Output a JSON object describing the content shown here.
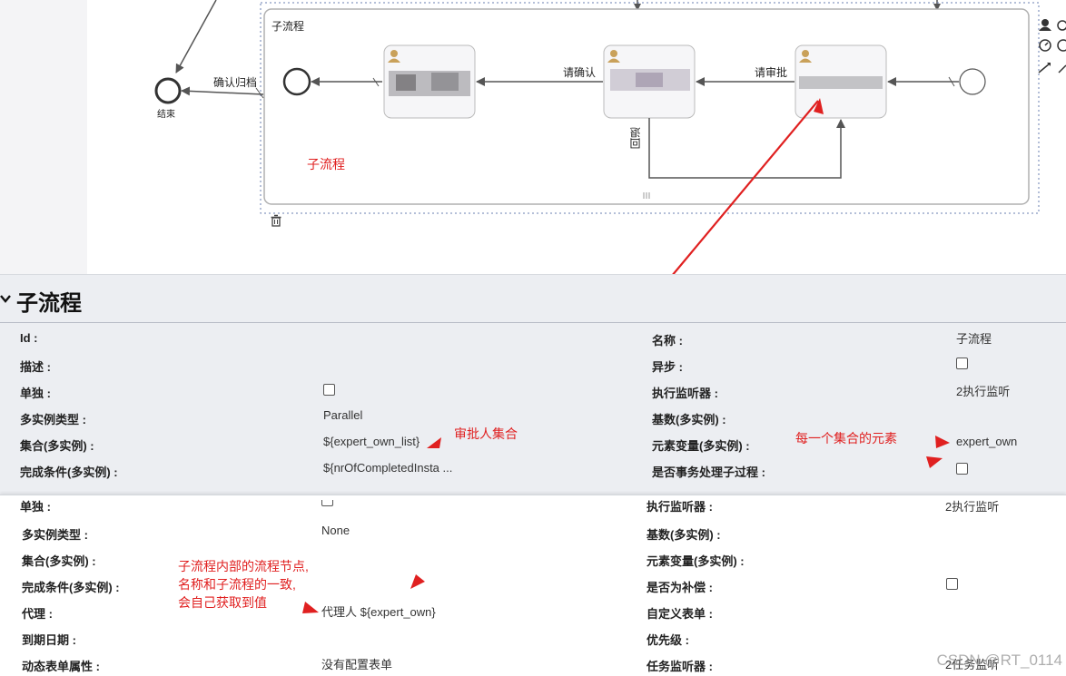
{
  "diagram": {
    "subprocess_title": "子流程",
    "subprocess_annotation": "子流程",
    "end_label": "结束",
    "flow_confirm_archive": "确认归档",
    "flow_please_confirm": "请确认",
    "flow_please_approve": "请审批",
    "flow_return": "回退"
  },
  "panel": {
    "title": "子流程",
    "rows_left": [
      {
        "label": "Id :",
        "value": ""
      },
      {
        "label": "描述 :",
        "value": ""
      },
      {
        "label": "单独 :",
        "value": ""
      },
      {
        "label": "多实例类型 :",
        "value": "Parallel"
      },
      {
        "label": "集合(多实例) :",
        "value": "${expert_own_list}"
      },
      {
        "label": "完成条件(多实例) :",
        "value": "${nrOfCompletedInsta ..."
      }
    ],
    "rows_right": [
      {
        "label": "名称 :",
        "value": "子流程"
      },
      {
        "label": "异步 :",
        "value": ""
      },
      {
        "label": "执行监听器 :",
        "value": "2执行监听"
      },
      {
        "label": "基数(多实例) :",
        "value": ""
      },
      {
        "label": "元素变量(多实例) :",
        "value": "expert_own"
      },
      {
        "label": "是否事务处理子过程 :",
        "value": ""
      }
    ]
  },
  "panel2": {
    "partial_top_left": "单独 :",
    "partial_top_right": "执行监听器 :",
    "partial_top_right_value": "2执行监听",
    "rows_left": [
      {
        "label": "多实例类型 :",
        "value": "None"
      },
      {
        "label": "集合(多实例) :",
        "value": ""
      },
      {
        "label": "完成条件(多实例) :",
        "value": ""
      },
      {
        "label": "代理 :",
        "value": "代理人 ${expert_own}"
      },
      {
        "label": "到期日期 :",
        "value": ""
      },
      {
        "label": "动态表单属性 :",
        "value": "没有配置表单"
      }
    ],
    "rows_right": [
      {
        "label": "基数(多实例) :",
        "value": ""
      },
      {
        "label": "元素变量(多实例) :",
        "value": ""
      },
      {
        "label": "是否为补偿 :",
        "value": ""
      },
      {
        "label": "自定义表单 :",
        "value": ""
      },
      {
        "label": "优先级 :",
        "value": ""
      },
      {
        "label": "任务监听器 :",
        "value": "2任务监听"
      }
    ]
  },
  "annotations": {
    "approver_set": "审批人集合",
    "each_element": "每一个集合的元素",
    "inner_note_1": "子流程内部的流程节点,",
    "inner_note_2": "名称和子流程的一致,",
    "inner_note_3": "会自己获取到值"
  },
  "watermark": "CSDN @RT_0114",
  "colors": {
    "annotation_red": "#e02020",
    "panel_bg": "#eceef2"
  }
}
